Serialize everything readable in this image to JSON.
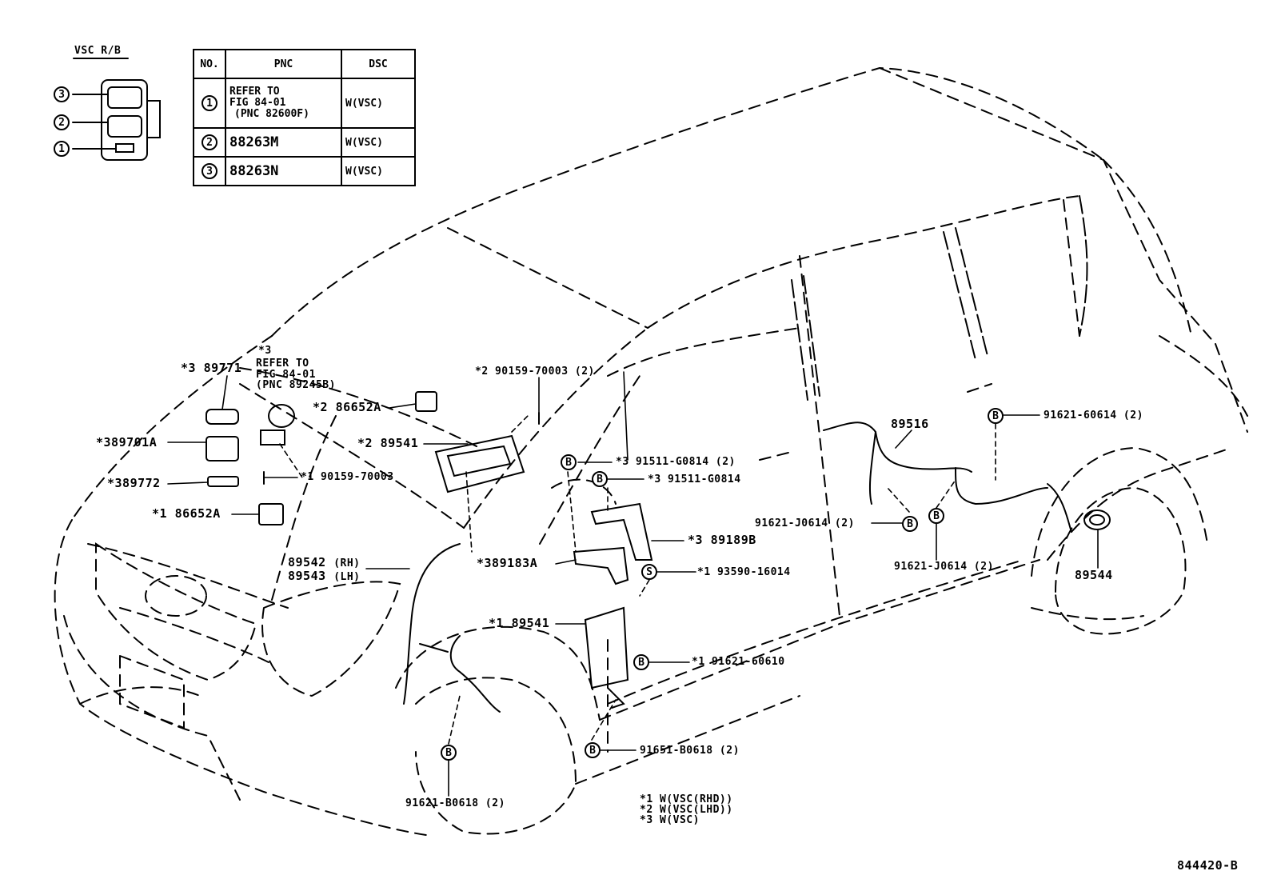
{
  "legend_connector": {
    "title": "VSC R/B",
    "numbers": [
      "3",
      "2",
      "1"
    ]
  },
  "table": {
    "headers": [
      "NO.",
      "PNC",
      "DSC"
    ],
    "rows": [
      {
        "no": "1",
        "pnc": [
          "REFER TO",
          "FIG 84-01",
          "(PNC 82600F)"
        ],
        "dsc": "W(VSC)"
      },
      {
        "no": "2",
        "pnc": [
          "88263M"
        ],
        "dsc": "W(VSC)"
      },
      {
        "no": "3",
        "pnc": [
          "88263N"
        ],
        "dsc": "W(VSC)"
      }
    ]
  },
  "callouts": {
    "p89771": "*3 89771",
    "refer_star": "*3",
    "refer": "REFER TO\nFIG 84-01\n(PNC 89245B)",
    "p89701a": "*389701A",
    "p89772": "*389772",
    "p86652a_1": "*1 86652A",
    "p86652a_2": "*2 86652A",
    "p90159_single": "*1 90159-70003",
    "p90159_pair": "*2 90159-70003 (2)",
    "p89541_2": "*2 89541",
    "p89542": "89542",
    "p89542_side": "(RH)",
    "p89543": "89543",
    "p89543_side": "(LH)",
    "p89541_1": "*1 89541",
    "p91511_a": "*3 91511-G0814 (2)",
    "p91511_b": "*3 91511-G0814",
    "p89189b": "*3 89189B",
    "p89183a": "*389183A",
    "p93590": "*1 93590-16014",
    "p91621_60610": "*1 91621-60610",
    "p91651": "91651-B0618 (2)",
    "p91621_b0618": "91621-B0618 (2)",
    "p89516": "89516",
    "p91621_60614": "91621-60614 (2)",
    "p91621_j0614_a": "91621-J0614 (2)",
    "p91621_j0614_b": "91621-J0614 (2)",
    "p89544": "89544"
  },
  "marker_letters": {
    "bolt": "B",
    "screw": "S"
  },
  "notes": [
    "*1 W(VSC(RHD))",
    "*2 W(VSC(LHD))",
    "*3 W(VSC)"
  ],
  "figure_code": "844420-B"
}
